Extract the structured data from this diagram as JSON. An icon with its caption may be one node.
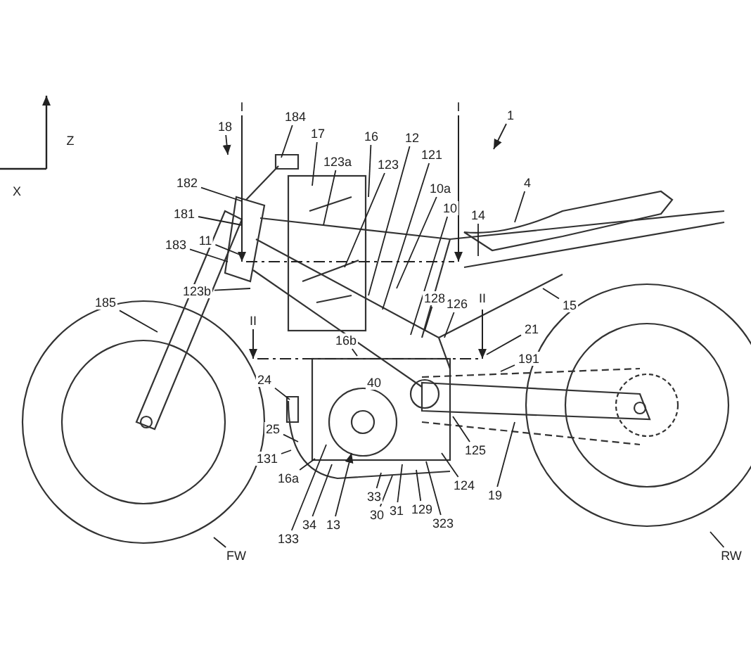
{
  "diagram": {
    "nodes": [
      {
        "text": [
          "184"
        ]
      },
      {
        "text": [
          "1"
        ]
      },
      {
        "text": [
          "18"
        ]
      },
      {
        "text": [
          "17"
        ]
      },
      {
        "text": [
          "16"
        ]
      },
      {
        "text": [
          "12"
        ]
      },
      {
        "text": [
          "121"
        ]
      },
      {
        "text": [
          "123a"
        ]
      },
      {
        "text": [
          "123"
        ]
      },
      {
        "text": [
          "182"
        ]
      },
      {
        "text": [
          "10a"
        ]
      },
      {
        "text": [
          "4"
        ]
      },
      {
        "text": [
          "10"
        ]
      },
      {
        "text": [
          "14"
        ]
      },
      {
        "text": [
          "181"
        ]
      },
      {
        "text": [
          "11"
        ]
      },
      {
        "text": [
          "183"
        ]
      },
      {
        "text": [
          "123b"
        ]
      },
      {
        "text": [
          "128"
        ]
      },
      {
        "text": [
          "126"
        ]
      },
      {
        "text": [
          "15"
        ]
      },
      {
        "text": [
          "185"
        ]
      },
      {
        "text": [
          "21"
        ]
      },
      {
        "text": [
          "16b"
        ]
      },
      {
        "text": [
          "191"
        ]
      },
      {
        "text": [
          "24"
        ]
      },
      {
        "text": [
          "25"
        ]
      },
      {
        "text": [
          "125"
        ]
      },
      {
        "text": [
          "131"
        ]
      },
      {
        "text": [
          "16a"
        ]
      },
      {
        "text": [
          "124"
        ]
      },
      {
        "text": [
          "19"
        ]
      },
      {
        "text": [
          "33"
        ]
      },
      {
        "text": [
          "30"
        ]
      },
      {
        "text": [
          "31"
        ]
      },
      {
        "text": [
          "129"
        ]
      },
      {
        "text": [
          "13"
        ]
      },
      {
        "text": [
          "34"
        ]
      },
      {
        "text": [
          "323"
        ]
      },
      {
        "text": [
          "133"
        ]
      },
      {
        "text": [
          "FW"
        ]
      },
      {
        "text": [
          "RW"
        ]
      },
      {
        "text": [
          "40"
        ]
      }
    ],
    "edges": [
      {
        "from": 0,
        "to": null,
        "arrow": "none"
      },
      {
        "from": 1,
        "to": null,
        "arrow": "to"
      },
      {
        "from": 2,
        "to": null,
        "arrow": "to"
      },
      {
        "from": 3,
        "to": null,
        "arrow": "none"
      },
      {
        "from": 4,
        "to": null,
        "arrow": "none"
      },
      {
        "from": 5,
        "to": null,
        "arrow": "none"
      },
      {
        "from": 6,
        "to": null,
        "arrow": "none"
      },
      {
        "from": 7,
        "to": null,
        "arrow": "none"
      },
      {
        "from": 8,
        "to": null,
        "arrow": "none"
      },
      {
        "from": 9,
        "to": null,
        "arrow": "none"
      },
      {
        "from": 10,
        "to": null,
        "arrow": "none"
      },
      {
        "from": 11,
        "to": null,
        "arrow": "none"
      },
      {
        "from": 12,
        "to": null,
        "arrow": "none"
      },
      {
        "from": 13,
        "to": null,
        "arrow": "none"
      },
      {
        "from": 14,
        "to": null,
        "arrow": "none"
      },
      {
        "from": 15,
        "to": null,
        "arrow": "none"
      },
      {
        "from": 16,
        "to": null,
        "arrow": "none"
      },
      {
        "from": 17,
        "to": null,
        "arrow": "none"
      },
      {
        "from": 18,
        "to": null,
        "arrow": "none"
      },
      {
        "from": 19,
        "to": null,
        "arrow": "none"
      },
      {
        "from": 20,
        "to": null,
        "arrow": "none"
      },
      {
        "from": 21,
        "to": null,
        "arrow": "none"
      },
      {
        "from": 22,
        "to": null,
        "arrow": "none"
      },
      {
        "from": 23,
        "to": null,
        "arrow": "none"
      },
      {
        "from": 24,
        "to": null,
        "arrow": "none"
      },
      {
        "from": 25,
        "to": null,
        "arrow": "none"
      },
      {
        "from": 26,
        "to": null,
        "arrow": "none"
      },
      {
        "from": 27,
        "to": null,
        "arrow": "none"
      },
      {
        "from": 28,
        "to": null,
        "arrow": "none"
      },
      {
        "from": 29,
        "to": null,
        "arrow": "none"
      },
      {
        "from": 30,
        "to": null,
        "arrow": "none"
      },
      {
        "from": 31,
        "to": null,
        "arrow": "none"
      },
      {
        "from": 32,
        "to": null,
        "arrow": "none"
      },
      {
        "from": 33,
        "to": null,
        "arrow": "none"
      },
      {
        "from": 34,
        "to": null,
        "arrow": "none"
      },
      {
        "from": 35,
        "to": null,
        "arrow": "none"
      },
      {
        "from": 36,
        "to": null,
        "arrow": "to"
      },
      {
        "from": 37,
        "to": null,
        "arrow": "none"
      },
      {
        "from": 38,
        "to": null,
        "arrow": "none"
      },
      {
        "from": 39,
        "to": null,
        "arrow": "none"
      },
      {
        "from": 40,
        "to": null,
        "arrow": "none"
      },
      {
        "from": 41,
        "to": null,
        "arrow": "none"
      }
    ],
    "labels": [
      "Z",
      "X",
      "I",
      "I",
      "II",
      "II"
    ]
  }
}
